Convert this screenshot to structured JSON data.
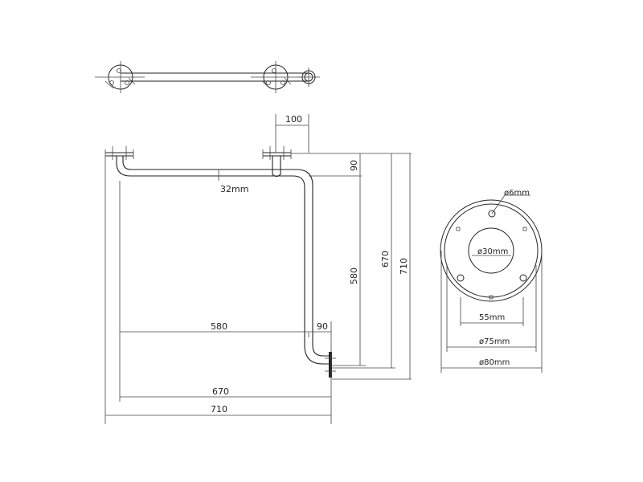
{
  "labels": {
    "top_offset": "100",
    "vertical_gap": "90",
    "pipe_diameter": "32mm",
    "vertical_inner": "580",
    "vertical_mid": "670",
    "vertical_outer": "710",
    "horizontal_inner": "580",
    "horizontal_gap": "90",
    "horizontal_mid": "670",
    "horizontal_outer": "710",
    "screw_hole": "ø6mm",
    "center_hole": "ø30mm",
    "hole_spacing": "55mm",
    "inner_diameter": "ø75mm",
    "outer_diameter": "ø80mm"
  }
}
